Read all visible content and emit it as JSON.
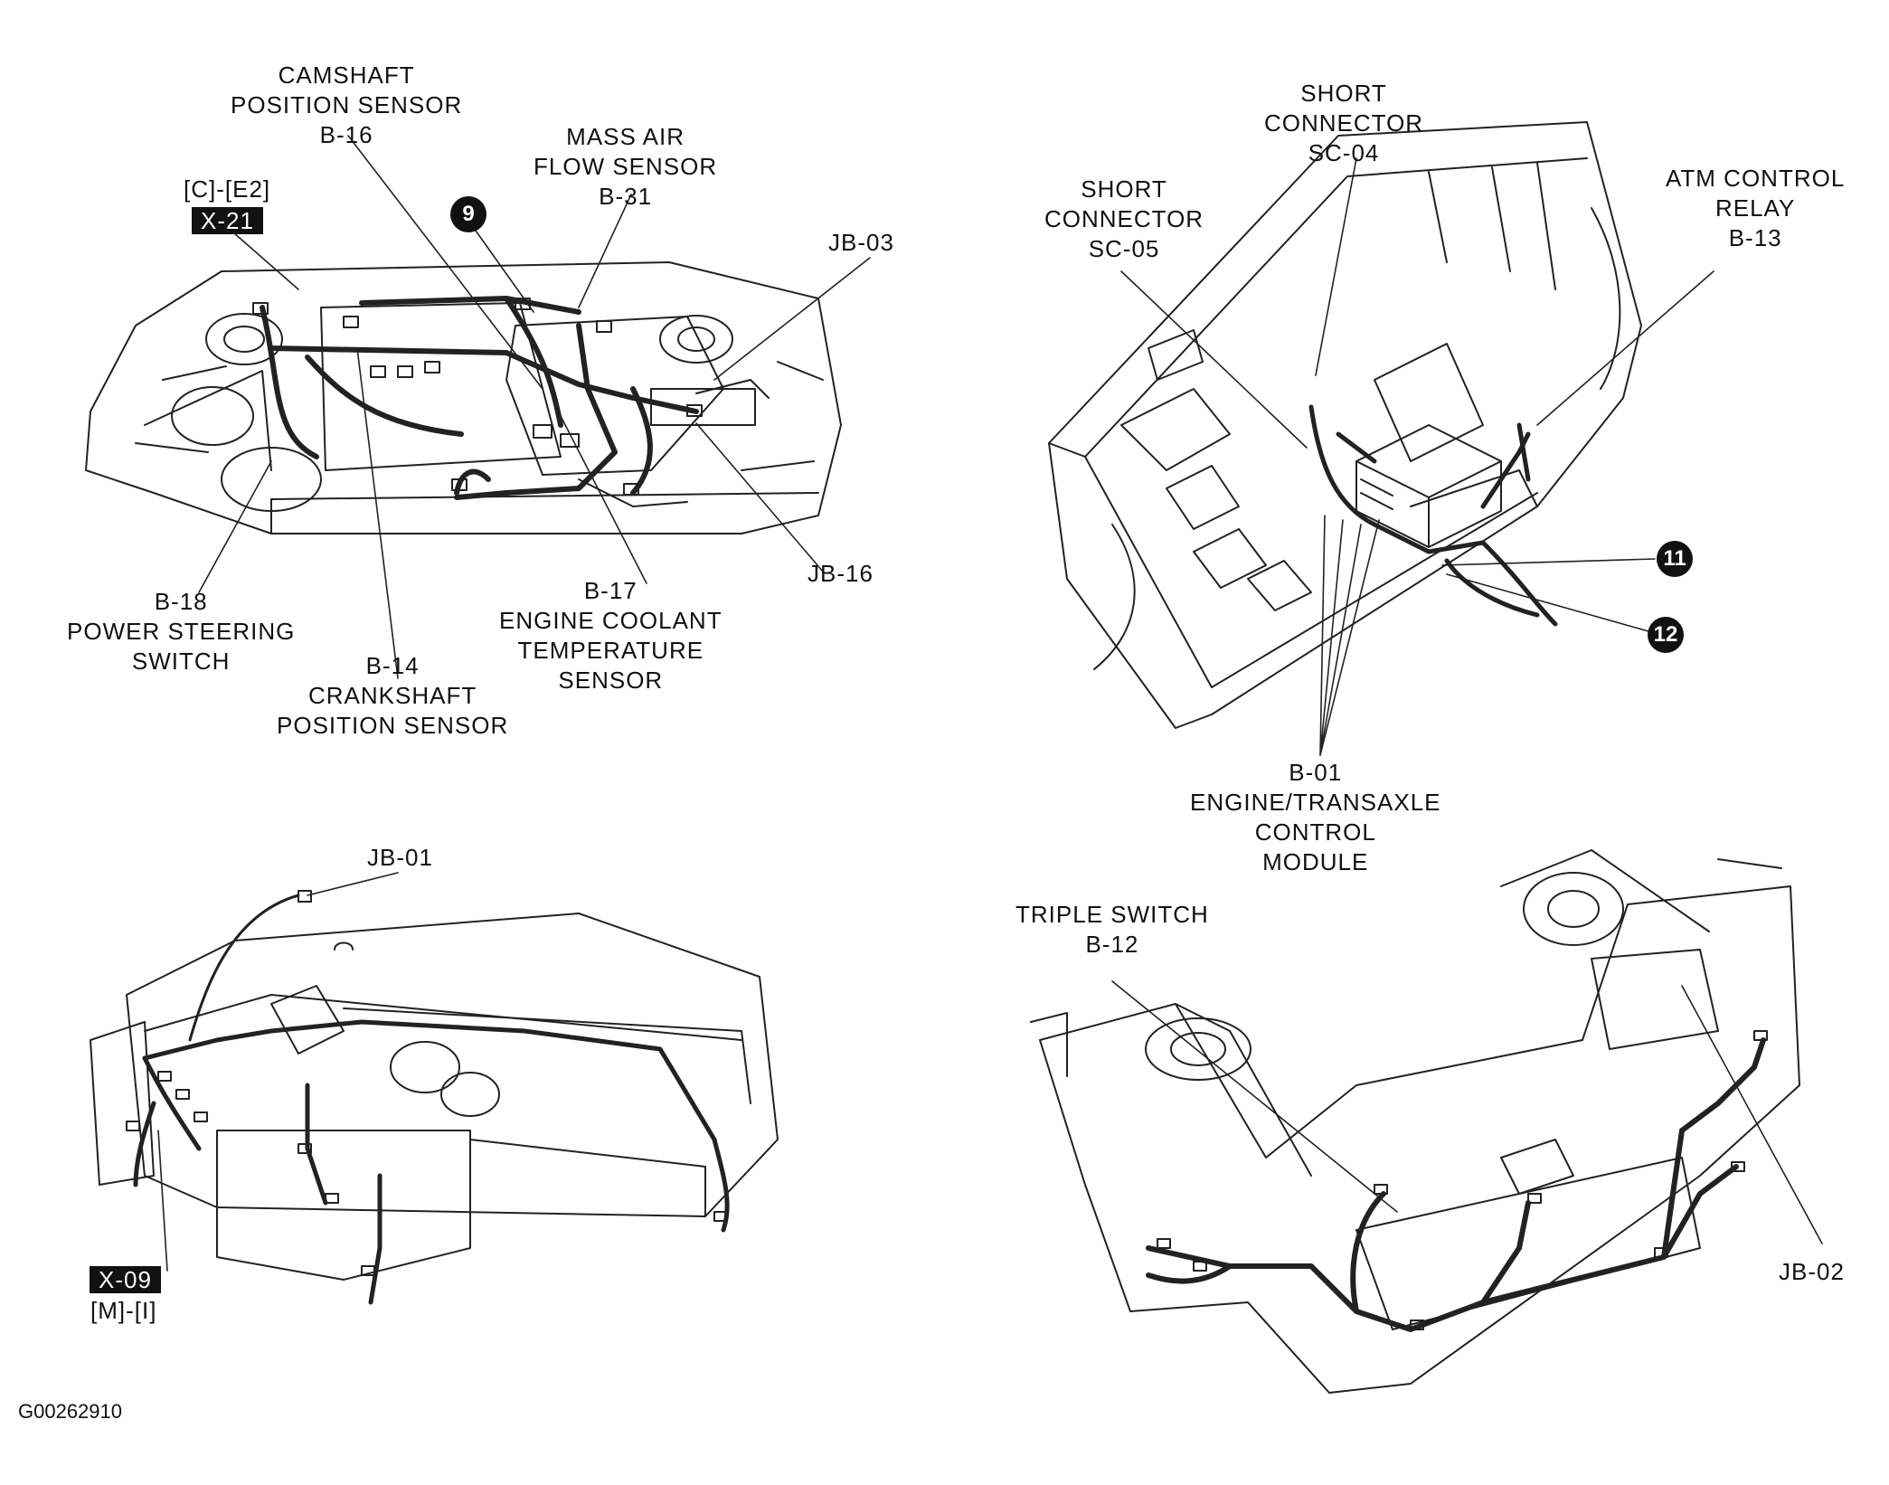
{
  "engine_bay": {
    "camshaft": [
      "CAMSHAFT",
      "POSITION SENSOR",
      "B-16"
    ],
    "maf": [
      "MASS AIR",
      "FLOW SENSOR",
      "B-31"
    ],
    "ref_ce2": "[C]-[E2]",
    "x21": "X-21",
    "badge9": "9",
    "jb03": "JB-03",
    "jb16": "JB-16",
    "b18": [
      "B-18",
      "POWER STEERING",
      "SWITCH"
    ],
    "b17": [
      "B-17",
      "ENGINE COOLANT",
      "TEMPERATURE",
      "SENSOR"
    ],
    "b14": [
      "B-14",
      "CRANKSHAFT",
      "POSITION SENSOR"
    ]
  },
  "floor_panel": {
    "sc04": [
      "SHORT",
      "CONNECTOR",
      "SC-04"
    ],
    "sc05": [
      "SHORT",
      "CONNECTOR",
      "SC-05"
    ],
    "b13": [
      "ATM CONTROL",
      "RELAY",
      "B-13"
    ],
    "badge11": "11",
    "badge12": "12",
    "b01": [
      "B-01",
      "ENGINE/TRANSAXLE",
      "CONTROL",
      "MODULE"
    ]
  },
  "dashboard": {
    "jb01": "JB-01",
    "x09": "X-09",
    "ref_mi": "[M]-[I]"
  },
  "front_end": {
    "b12": [
      "TRIPLE SWITCH",
      "B-12"
    ],
    "jb02": "JB-02"
  },
  "figure_code": "G00262910"
}
